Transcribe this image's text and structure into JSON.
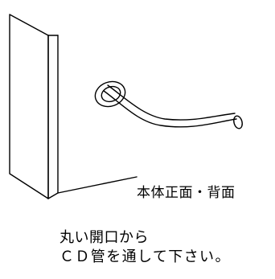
{
  "diagram": {
    "panel_label": "本体正面・背面",
    "line_color": "#000000",
    "background": "#ffffff"
  },
  "instructions": {
    "line1": "丸い開口から",
    "line2": "ＣＤ管を通して下さい。"
  }
}
